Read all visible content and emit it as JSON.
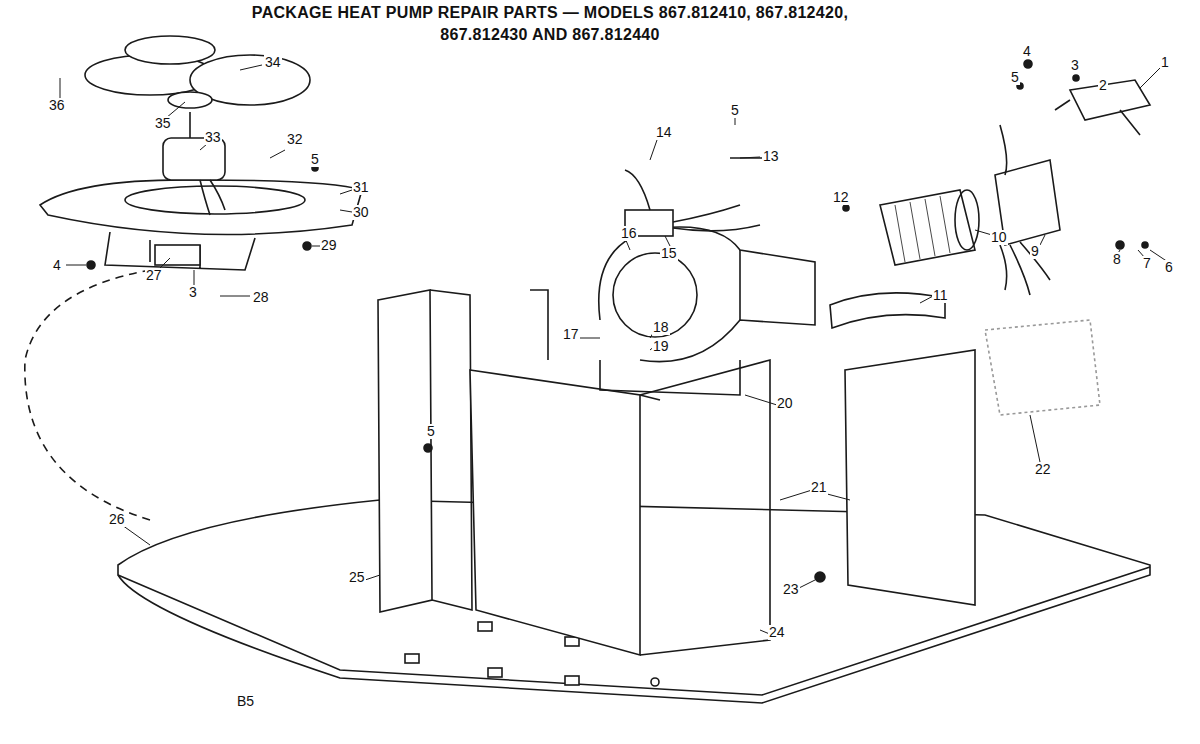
{
  "diagram": {
    "title": "PACKAGE HEAT PUMP REPAIR PARTS — MODELS 867.812410, 867.812420, 867.812430 AND 867.812440",
    "labels": [
      "4",
      "3",
      "1",
      "2",
      "36",
      "34",
      "5",
      "5",
      "35",
      "33",
      "32",
      "5",
      "14",
      "13",
      "31",
      "12",
      "30",
      "15",
      "16",
      "10",
      "9",
      "8",
      "7",
      "6",
      "29",
      "4",
      "27",
      "3",
      "28",
      "11",
      "18",
      "17",
      "19",
      "20",
      "5",
      "21",
      "22",
      "26",
      "23",
      "25",
      "24",
      "B5"
    ]
  }
}
